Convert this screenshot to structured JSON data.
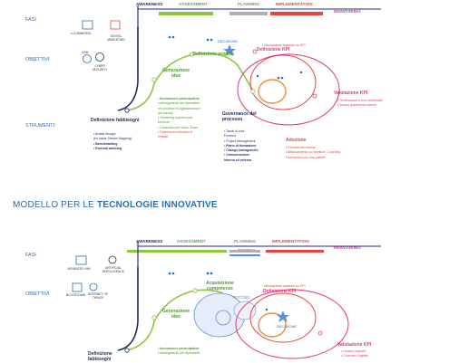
{
  "top": {
    "side_labels": {
      "fasi": "FASI",
      "obiettivi": "OBIETTIVI",
      "strumenti": "STRUMENTI"
    },
    "phases": {
      "awareness": "AWARENESS",
      "assessment": "ASSESSMENT",
      "planning": "PLANNING",
      "implementation": "IMPLEMENTATION",
      "monitoring": "MONITORING"
    },
    "icons": [
      {
        "name": "ecommerce-icon",
        "label": "e-COMMERCE"
      },
      {
        "name": "digital-marketing-icon",
        "label": "DIGITAL MARKETING"
      },
      {
        "name": "crm-icon",
        "label": "CRM"
      },
      {
        "name": "cyber-security-icon",
        "label": "CYBER SECURITY"
      }
    ],
    "stages": {
      "definizione_fabbisogni": "Definizione fabbisogni",
      "generazione_idee": "Generazione idee",
      "definizione_priorita": "Definizione priorità",
      "decisione": "DECISIONE",
      "definizione_kpi": "Definizione KPI",
      "valutazione_kpi": "Valutazione KPI",
      "governance": "Governance del processo",
      "adozione": "Adozione"
    },
    "kpi_baseline": "• Misurazione baseline su KPI",
    "valutazione_list": [
      "• Performance e non-conformità",
      "• Survey gradimento interne"
    ],
    "fabbisogni_list": [
      "• Analisi bisogni",
      "(es Value Stream Mapping)",
      "• Benchmarking",
      "• External advising"
    ],
    "innovazione_list": [
      "• Innovazione partecipativa:",
      "coinvolgimento dei dipendenti",
      "nei processi di digitalizzazione",
      "(es survey)",
      "• Screening soluzioni per",
      "fornitore",
      "• Confronto con Value Chain",
      "• Definizione indicatori di",
      "impatto"
    ],
    "governance_list": [
      "• Tavoli di conf.",
      "Fornitori",
      "• Project Management",
      "• Piano di formazione",
      "• Change management",
      "• Comunicazione",
      "interna ed esterna"
    ],
    "adozione_list": [
      "• Formazione interna",
      "• Affiancamento sul fornitore, Coaching",
      "• Interazioni con Key-partner"
    ]
  },
  "section_title_prefix": "MODELLO PER LE ",
  "section_title_bold": "TECNOLOGIE INNOVATIVE",
  "bottom": {
    "side_labels": {
      "fasi": "FASI",
      "obiettivi": "OBIETTIVI"
    },
    "phases": {
      "awareness": "AWARENESS",
      "assessment": "ASSESSMENT",
      "planning": "PLANNING",
      "testing": "TESTING",
      "implementation": "IMPLEMENTATION",
      "monitoring": "MONITORING"
    },
    "icons": [
      {
        "name": "advanced-hmi-icon",
        "label": "ADVANCED HMI"
      },
      {
        "name": "artificial-intelligence-icon",
        "label": "ARTIFICIAL INTELLIGENCE"
      },
      {
        "name": "blockchain-icon",
        "label": "BLOCKCHAIN"
      },
      {
        "name": "internet-of-things-icon",
        "label": "INTERNET OF THINGS"
      }
    ],
    "stages": {
      "definizione_fabbisogni": "Definizione fabbisogni",
      "generazione_idee": "Generazione idee",
      "acquisizione_competenze": "Acquisizione competenze",
      "testing": "TESTING",
      "decisione": "DECISIONE",
      "definizione_kpi": "Definizione KPI",
      "valutazione_kpi": "Valutazione KPI"
    },
    "kpi_baseline": "• Misurazione baseline su KPI",
    "valutazione_list": [
      "• Lesson Learned",
      "• Cruscotto Digitale"
    ],
    "innovazione_list": [
      "• Innovazione partecipativa:",
      "coinvolgimento dei dipendenti"
    ]
  },
  "colors": {
    "navy": "#1a2b8c",
    "green": "#8cc63f",
    "gray": "#b0b0b0",
    "red": "#e8463c",
    "pink": "#e3347c",
    "orange": "#f08c3a",
    "blue": "#2b6cb0"
  }
}
